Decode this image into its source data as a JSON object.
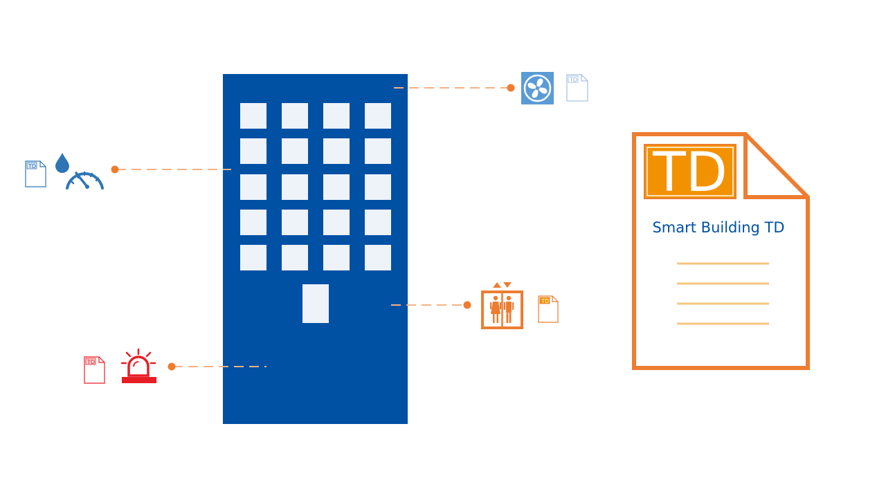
{
  "colors": {
    "building": "#0050a4",
    "window": "#eef2f9",
    "connector": "#ed7d31",
    "connector_line": "#f4b183",
    "fan_box": "#5b9bd5",
    "blue_icon": "#2e75b6",
    "orange": "#ed7d31",
    "td_fill": "#f39200",
    "doc_lines": "#f4c67f",
    "alarm_red": "#e81e25",
    "title_text": "#0050a4"
  },
  "icons": {
    "hvac": "fan-icon",
    "water": "water-drop-icon",
    "gauge": "pressure-gauge-icon",
    "elevator": "elevator-icon",
    "alarm": "alarm-siren-icon",
    "document": "td-document-icon"
  },
  "td_document": {
    "logo": "TD",
    "title": "Smart Building TD"
  },
  "mini_td": {
    "fan": "TD",
    "water": "TD",
    "elevator": "TD",
    "alarm": "TD"
  }
}
